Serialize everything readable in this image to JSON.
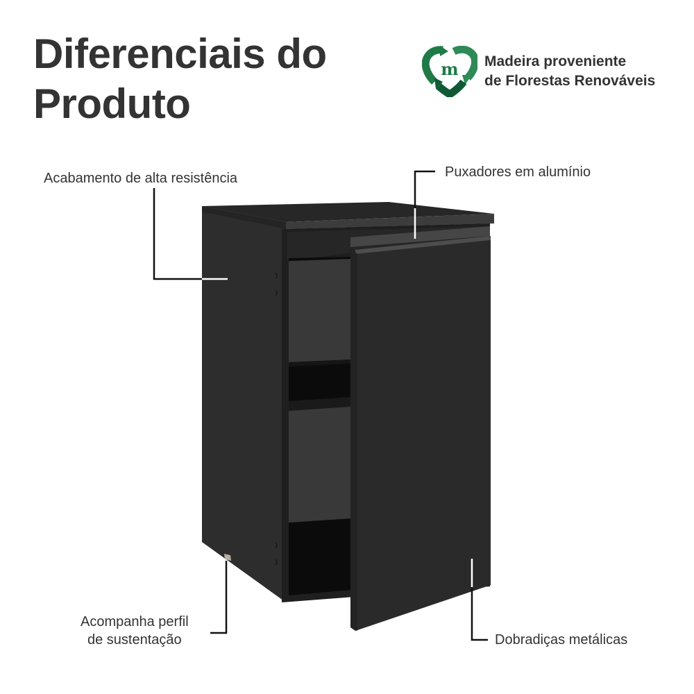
{
  "header": {
    "title_line1": "Diferenciais do",
    "title_line2": "Produto"
  },
  "badge": {
    "icon": "recycle-heart-m-icon",
    "icon_letter": "m",
    "line1": "Madeira proveniente",
    "line2": "de Florestas Renováveis",
    "colors": {
      "green_dark": "#0f5a34",
      "green_light": "#2e8a57"
    }
  },
  "product": {
    "name": "black-kitchen-cabinet-one-door",
    "colors": {
      "body": "#2b2b2b",
      "side": "#2d2d2d",
      "interior_shelf": "#3a3a3a",
      "interior_dark": "#0b0b0b",
      "door": "#2a2a2a",
      "top": "#262626"
    }
  },
  "callouts": [
    {
      "id": "finish",
      "label": "Acabamento de alta resistência"
    },
    {
      "id": "handles",
      "label": "Puxadores em alumínio"
    },
    {
      "id": "profile",
      "label_line1": "Acompanha perfil",
      "label_line2": "de sustentação"
    },
    {
      "id": "hinges",
      "label": "Dobradiças metálicas"
    }
  ]
}
